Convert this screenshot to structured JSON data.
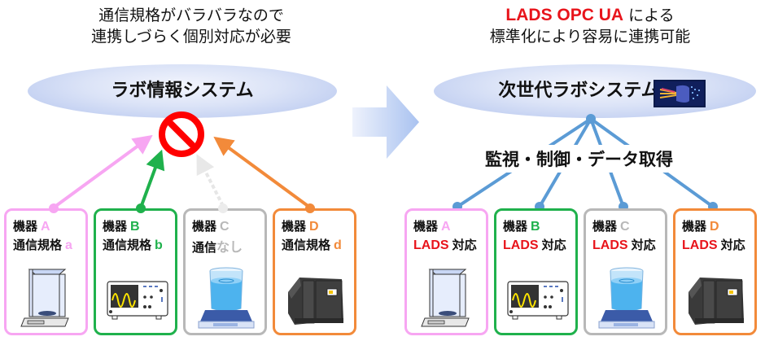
{
  "left": {
    "heading": {
      "line1": "通信規格がバラバラなので",
      "line2": "連携しづらく個別対応が必要"
    },
    "system_label": "ラボ情報システム",
    "status_icon": "prohibited-icon",
    "devices": [
      {
        "name_prefix": "機器",
        "letter": "A",
        "spec_prefix": "通信規格",
        "spec_value": "a",
        "color": "#f7a6f2",
        "icon": "analytical-balance-icon",
        "connected": true
      },
      {
        "name_prefix": "機器",
        "letter": "B",
        "spec_prefix": "通信規格",
        "spec_value": "b",
        "color": "#1fb14c",
        "icon": "oscilloscope-icon",
        "connected": true
      },
      {
        "name_prefix": "機器",
        "letter": "C",
        "spec_prefix": "通信",
        "spec_value": "なし",
        "color": "#b8b8b8",
        "icon": "stirrer-beaker-icon",
        "connected": false
      },
      {
        "name_prefix": "機器",
        "letter": "D",
        "spec_prefix": "通信規格",
        "spec_value": "d",
        "color": "#f28a3a",
        "icon": "lab-instrument-icon",
        "connected": true
      }
    ]
  },
  "transition_icon": "right-arrow-icon",
  "right": {
    "heading": {
      "red": "LADS OPC UA",
      "line1_suffix": " による",
      "line2": "標準化により容易に連携可能"
    },
    "system_label": "次世代ラボシステム",
    "system_image": "network-visual-icon",
    "functions_label": "監視・制御・データ取得",
    "line_color": "#5b9bd5",
    "devices": [
      {
        "name_prefix": "機器",
        "letter": "A",
        "lads": "LADS",
        "support": "対応",
        "color": "#f7a6f2",
        "icon": "analytical-balance-icon"
      },
      {
        "name_prefix": "機器",
        "letter": "B",
        "lads": "LADS",
        "support": "対応",
        "color": "#1fb14c",
        "icon": "oscilloscope-icon"
      },
      {
        "name_prefix": "機器",
        "letter": "C",
        "lads": "LADS",
        "support": "対応",
        "color": "#b8b8b8",
        "icon": "stirrer-beaker-icon"
      },
      {
        "name_prefix": "機器",
        "letter": "D",
        "lads": "LADS",
        "support": "対応",
        "color": "#f28a3a",
        "icon": "lab-instrument-icon"
      }
    ]
  }
}
